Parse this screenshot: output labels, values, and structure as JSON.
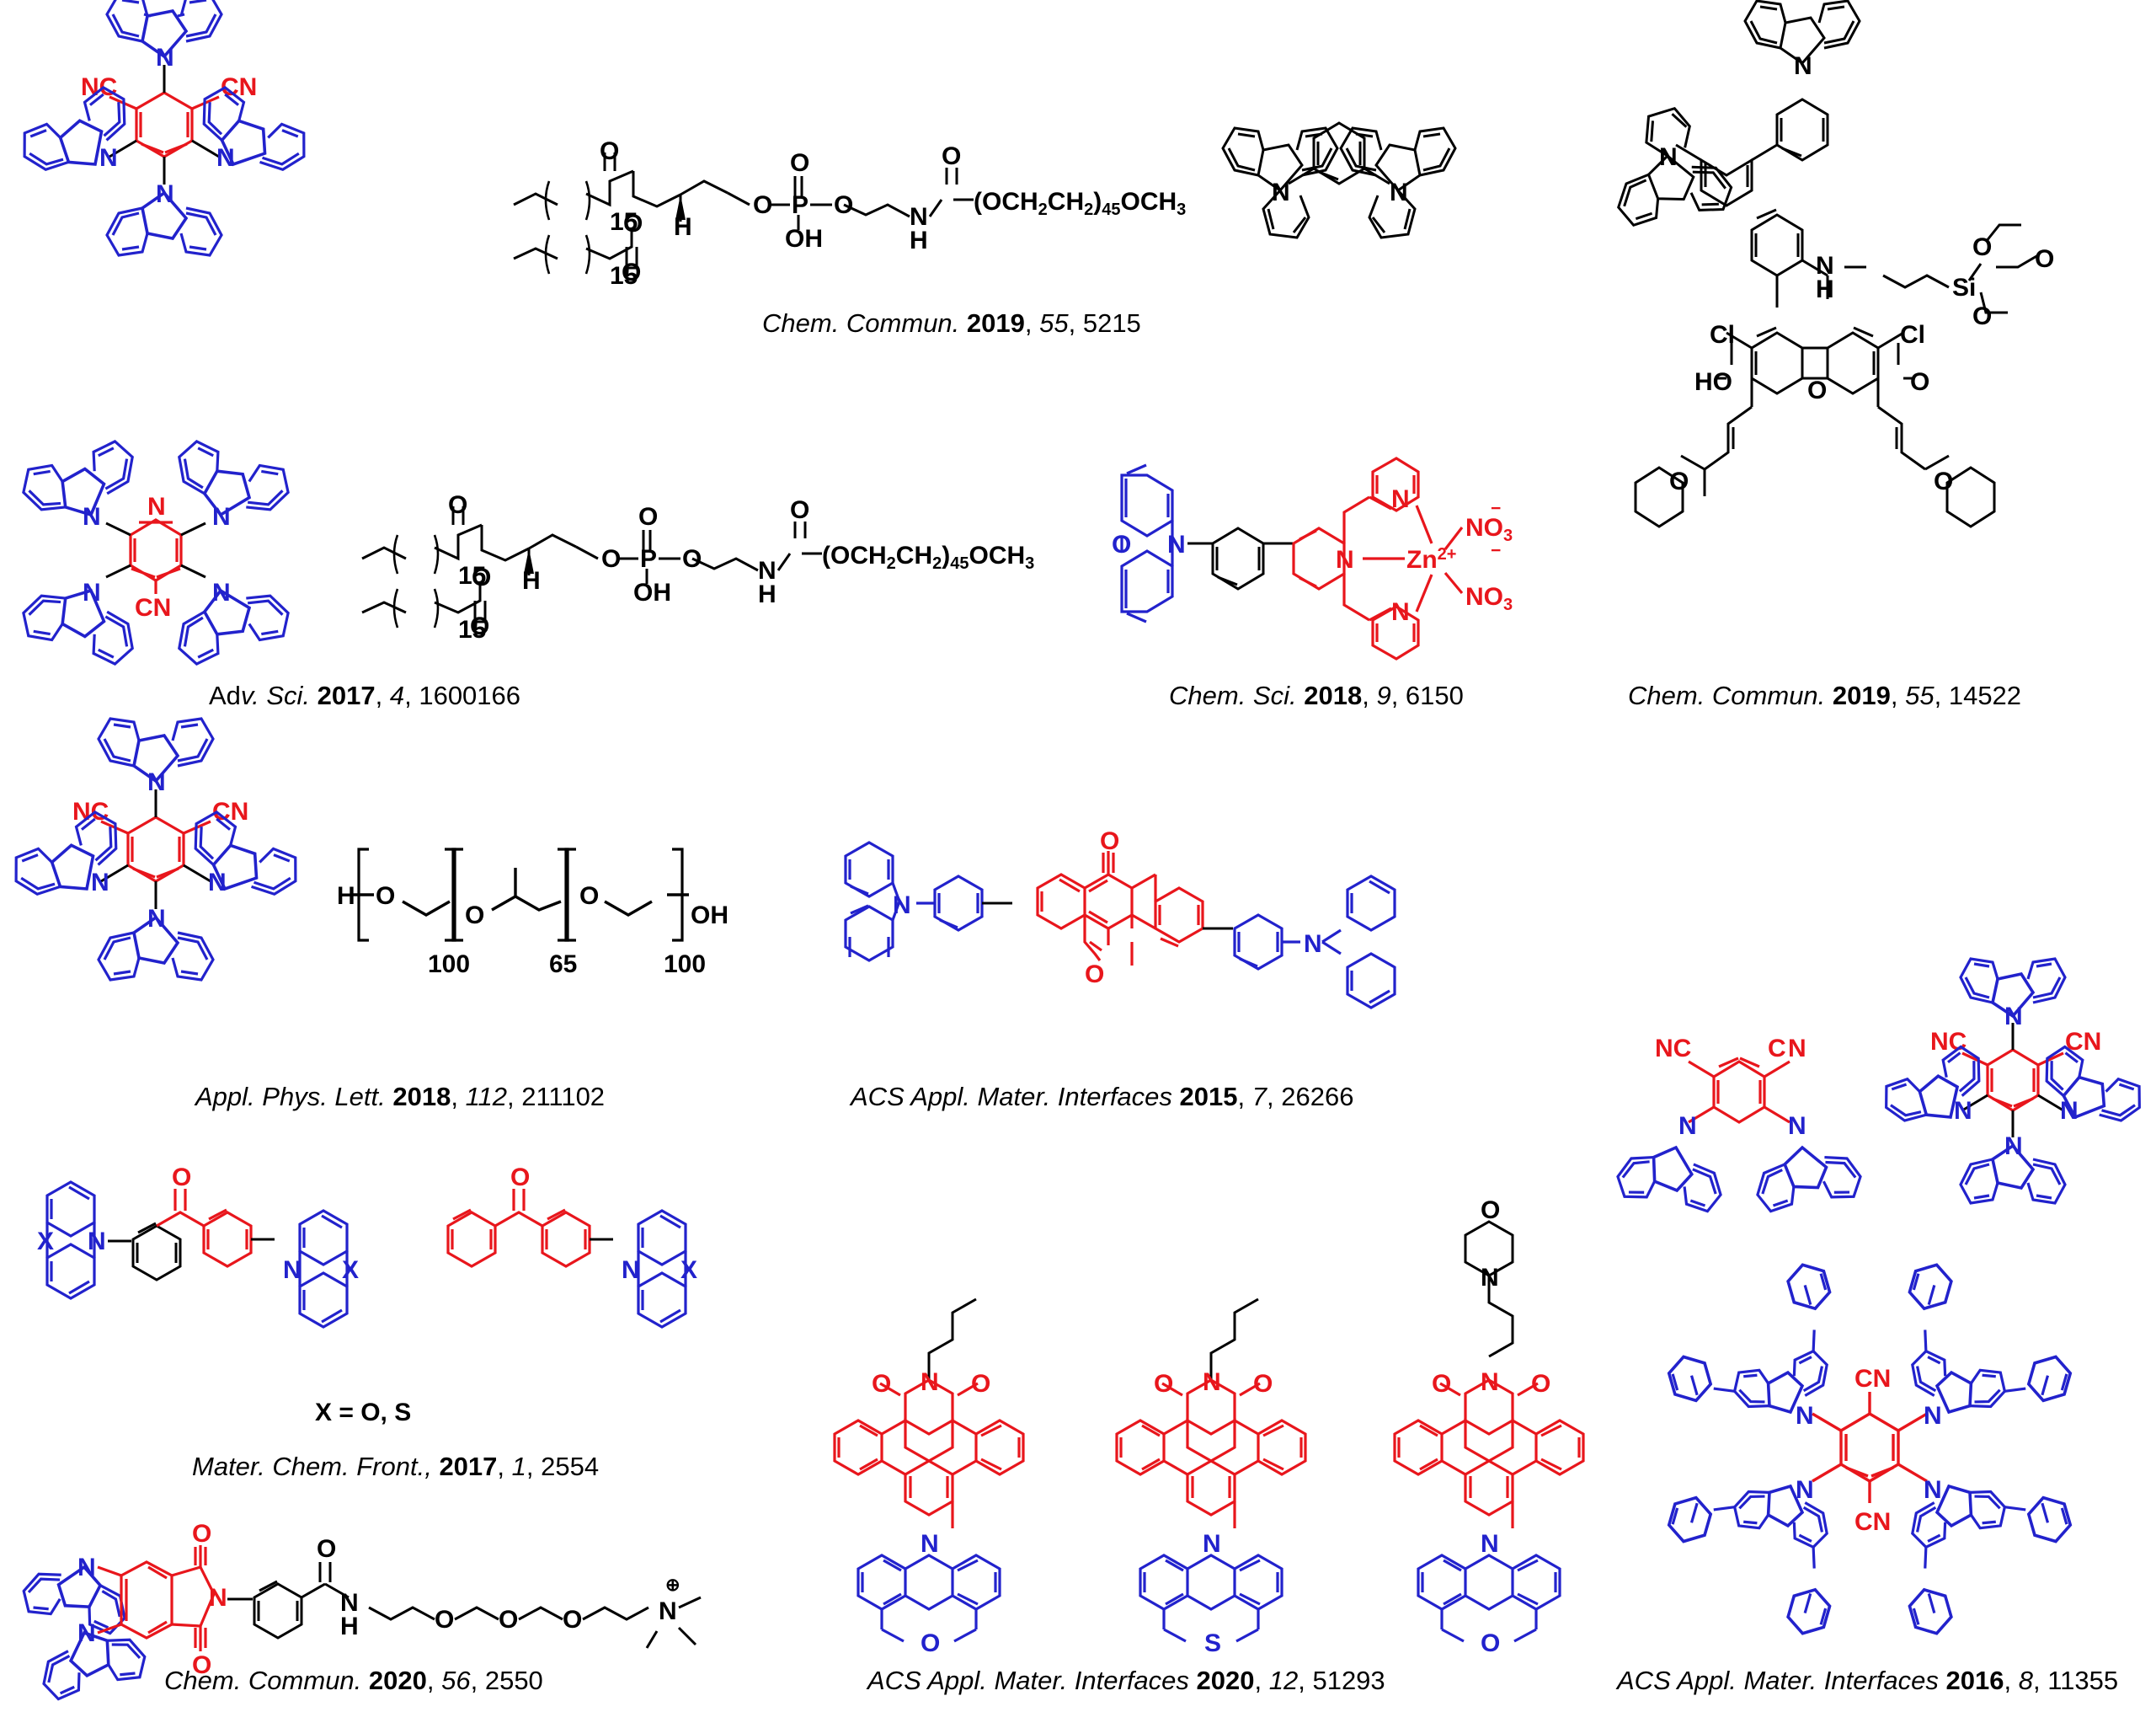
{
  "figure": {
    "title": "Photosensitizer and host material molecular structures with literature citations",
    "colors": {
      "acceptor_red": "#e8161c",
      "donor_blue": "#2222cc",
      "neutral_black": "#000000",
      "background": "#ffffff"
    }
  },
  "citations": [
    {
      "id": "c1",
      "journal": "Chem. Commun.",
      "year": "2019",
      "volume": "55",
      "page": "5215",
      "text": "Chem. Commun. 2019, 55, 5215"
    },
    {
      "id": "c2",
      "journal": "Adv. Sci.",
      "year": "2017",
      "volume": "4",
      "page": "1600166",
      "text": "Adv. Sci. 2017, 4, 1600166"
    },
    {
      "id": "c3",
      "journal": "Chem. Sci.",
      "year": "2018",
      "volume": "9",
      "page": "6150",
      "text": "Chem. Sci. 2018, 9, 6150"
    },
    {
      "id": "c4",
      "journal": "Chem. Commun.",
      "year": "2019",
      "volume": "55",
      "page": "14522",
      "text": "Chem. Commun. 2019, 55, 14522"
    },
    {
      "id": "c5",
      "journal": "Appl. Phys. Lett.",
      "year": "2018",
      "volume": "112",
      "page": "211102",
      "text": "Appl. Phys. Lett. 2018, 112, 211102"
    },
    {
      "id": "c6",
      "journal": "ACS Appl. Mater. Interfaces",
      "year": "2015",
      "volume": "7",
      "page": "26266",
      "text": "ACS Appl. Mater. Interfaces 2015, 7, 26266"
    },
    {
      "id": "c7",
      "journal": "Mater. Chem. Front.,",
      "year": "2017",
      "volume": "1",
      "page": "2554",
      "text": "Mater. Chem. Front., 2017, 1, 2554"
    },
    {
      "id": "c8",
      "journal": "Chem. Commun.",
      "year": "2020",
      "volume": "56",
      "page": "2550",
      "text": "Chem. Commun. 2020, 56, 2550"
    },
    {
      "id": "c9",
      "journal": "ACS Appl. Mater. Interfaces",
      "year": "2020",
      "volume": "12",
      "page": "51293",
      "text": "ACS Appl. Mater. Interfaces 2020, 12, 51293"
    },
    {
      "id": "c10",
      "journal": "ACS Appl. Mater. Interfaces",
      "year": "2016",
      "volume": "8",
      "page": "11355",
      "text": "ACS Appl. Mater. Interfaces 2016, 8, 11355"
    }
  ],
  "labels": {
    "x_equals": "X = O, S",
    "lipid_chain_1": "15",
    "lipid_chain_2": "15",
    "peg_block_1": "100",
    "ppg_block": "65",
    "peg_block_2": "100"
  },
  "atoms": {
    "N": "N",
    "O": "O",
    "S": "S",
    "P": "P",
    "H": "H",
    "X": "X",
    "Cl": "Cl",
    "Si": "Si",
    "CN": "CN",
    "NC": "NC",
    "OH": "OH",
    "HO": "HO",
    "NO3": "NO3",
    "Zn": "Zn",
    "zn_charge": "2+",
    "nitrate_charge": "−",
    "ammonium_charge": "+",
    "peg_tail": "(OCH2CH2)45OCH3"
  },
  "structures": [
    {
      "id": "s1",
      "name": "4CzIPN",
      "description": "1,2-dicyano-3,4,5,6-tetracarbazolyl benzene",
      "row": 1,
      "col": 1,
      "core_color": "#e8161c",
      "donor_color": "#2222cc"
    },
    {
      "id": "s2",
      "name": "DSPE-PEG2000",
      "description": "distearoyl phosphoethanolamine poly(ethylene glycol) lipid",
      "row": 1,
      "col": 2,
      "core_color": "#000000"
    },
    {
      "id": "s3",
      "name": "mCP",
      "description": "1,3-bis(N-carbazolyl)benzene",
      "row": 1,
      "col": 3,
      "core_color": "#000000"
    },
    {
      "id": "s4",
      "name": "CBP-biphenyl-carbazole",
      "description": "3,3'-di(9H-carbazol-9-yl)biphenyl",
      "row": 1,
      "col": 4,
      "core_color": "#000000"
    },
    {
      "id": "s5",
      "name": "4CzCNPy",
      "description": "tetracarbazolyl cyanopyridine",
      "row": 2,
      "col": 1,
      "core_color": "#e8161c",
      "donor_color": "#2222cc"
    },
    {
      "id": "s6",
      "name": "DSPE-PEG2000 (second)",
      "description": "distearoyl phosphoethanolamine poly(ethylene glycol) lipid",
      "row": 2,
      "col": 2,
      "core_color": "#000000"
    },
    {
      "id": "s7",
      "name": "Zn-terpyridine phenoxazine complex",
      "description": "phenoxazine-phenyl-terpyridine zinc dinitrate",
      "row": 2,
      "col": 3,
      "core_color": "#e8161c",
      "donor_color": "#2222cc"
    },
    {
      "id": "s8",
      "name": "dichlorofluorescein chalcone silane",
      "description": "dichloro xanthene dione bis-chalcone with triethoxysilane amide",
      "row": 2,
      "col": 4,
      "core_color": "#000000"
    },
    {
      "id": "s9",
      "name": "4CzIPN (second)",
      "description": "1,2-dicyano-3,4,5,6-tetracarbazolyl benzene",
      "row": 3,
      "col": 1,
      "core_color": "#e8161c",
      "donor_color": "#2222cc"
    },
    {
      "id": "s10",
      "name": "Pluronic F127",
      "description": "PEO100-PPO65-PEO100 triblock copolymer",
      "row": 3,
      "col": 2,
      "core_color": "#000000"
    },
    {
      "id": "s11",
      "name": "TPA-anthraquinone-TPA",
      "description": "2,6-bis(4-diphenylaminophenyl)anthraquinone",
      "row": 3,
      "col": 3,
      "core_color": "#e8161c",
      "donor_color": "#2222cc"
    },
    {
      "id": "s12",
      "name": "dicyanobenzene-dicarbazole",
      "description": "4,5-dicarbazolyl phthalonitrile",
      "row": 3,
      "col": 4,
      "core_color": "#e8161c",
      "donor_color": "#2222cc"
    },
    {
      "id": "s13",
      "name": "4CzIPN (third)",
      "description": "1,2-dicyano-3,4,5,6-tetracarbazolyl benzene",
      "row": 3,
      "col": 5,
      "core_color": "#e8161c",
      "donor_color": "#2222cc"
    },
    {
      "id": "s14",
      "name": "bis(phenoxazinyl-phenyl) ketone",
      "description": "benzophenone with two phenoxazine/phenothiazine donors, X = O or S",
      "row": 4,
      "col": 1,
      "core_color": "#e8161c",
      "donor_color": "#2222cc"
    },
    {
      "id": "s15",
      "name": "phenyl(phenoxazinylphenyl) ketone",
      "description": "benzophenone with one phenoxazine/phenothiazine donor, X = O or S",
      "row": 4,
      "col": 2,
      "core_color": "#e8161c",
      "donor_color": "#2222cc"
    },
    {
      "id": "s16",
      "name": "butyl naphthalimide phenoxazine",
      "description": "N-butyl-4-(phenoxazin-10-yl)naphthalimide",
      "row": 5,
      "col": 2,
      "core_color": "#e8161c",
      "donor_color": "#2222cc"
    },
    {
      "id": "s17",
      "name": "butyl naphthalimide phenothiazine",
      "description": "N-butyl-4-(phenothiazin-10-yl)naphthalimide",
      "row": 5,
      "col": 3,
      "core_color": "#e8161c",
      "donor_color": "#2222cc"
    },
    {
      "id": "s18",
      "name": "morpholinoethyl naphthalimide phenoxazine",
      "description": "N-(2-morpholinoethyl)-4-(phenoxazin-10-yl)naphthalimide",
      "row": 5,
      "col": 4,
      "core_color": "#e8161c",
      "donor_color": "#2222cc"
    },
    {
      "id": "s19",
      "name": "dicarbazolyl phthalimide PEG ammonium",
      "description": "dicarbazolyl phthalimide benzamide PEG trimethylammonium",
      "row": 5,
      "col": 1,
      "core_color": "#e8161c",
      "donor_color": "#2222cc"
    },
    {
      "id": "s20",
      "name": "4CzTPN-Ph",
      "description": "tetrakis(3,6-diphenylcarbazolyl) terephthalonitrile",
      "row": 5,
      "col": 5,
      "core_color": "#e8161c",
      "donor_color": "#2222cc"
    }
  ]
}
